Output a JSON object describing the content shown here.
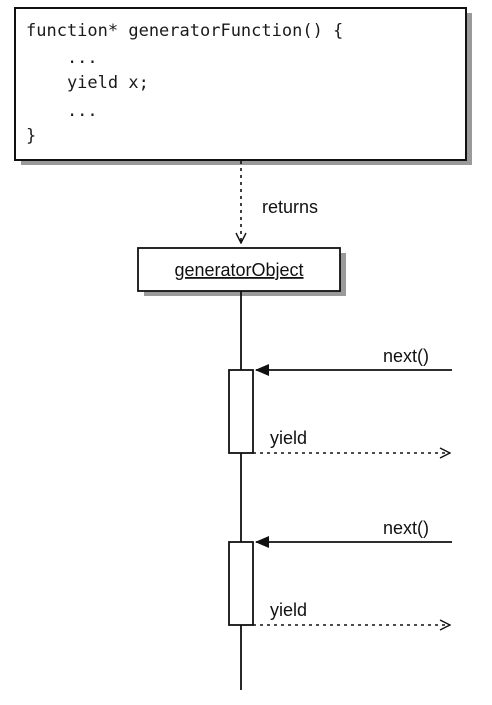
{
  "code_box": {
    "lines": [
      "function* generatorFunction() {",
      "    ...",
      "    yield x;",
      "    ...",
      "}"
    ]
  },
  "arrows": {
    "returns_label": "returns",
    "call1_label": "next()",
    "yield1_label": "yield",
    "call2_label": "next()",
    "yield2_label": "yield"
  },
  "object_box": {
    "label": "generatorObject"
  }
}
